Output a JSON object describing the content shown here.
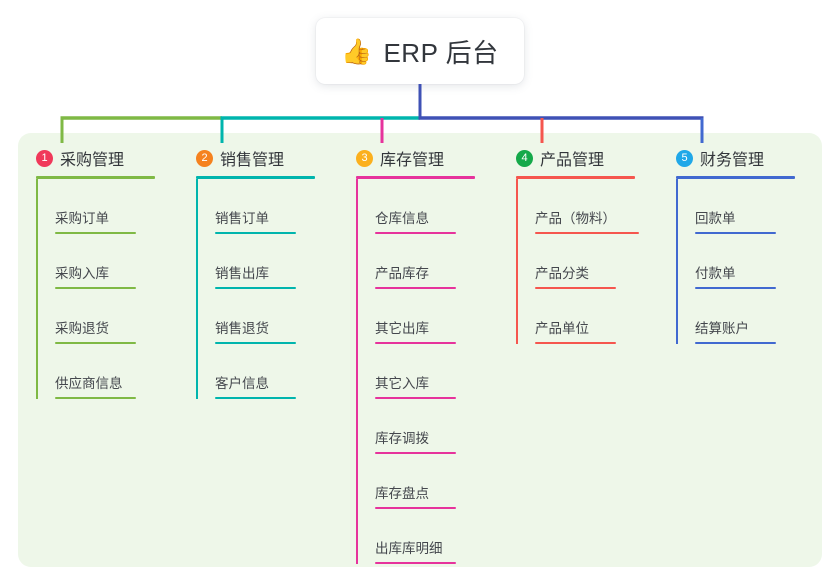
{
  "root": {
    "title": "ERP 后台",
    "icon": "thumbs-up-icon",
    "emoji": "👍"
  },
  "theme": {
    "panel_background": "#eef7e9",
    "page_background": "#ffffff",
    "title_color": "#33363b",
    "leaf_text_color": "#44474d",
    "root_stem_color": "#3f51b5"
  },
  "columns": [
    {
      "index": "1",
      "title": "采购管理",
      "badge_color": "#f0395a",
      "line_color": "#7fb945",
      "items": [
        {
          "label": "采购订单"
        },
        {
          "label": "采购入库"
        },
        {
          "label": "采购退货"
        },
        {
          "label": "供应商信息"
        }
      ]
    },
    {
      "index": "2",
      "title": "销售管理",
      "badge_color": "#f5821f",
      "line_color": "#00b5ad",
      "items": [
        {
          "label": "销售订单"
        },
        {
          "label": "销售出库"
        },
        {
          "label": "销售退货"
        },
        {
          "label": "客户信息"
        }
      ]
    },
    {
      "index": "3",
      "title": "库存管理",
      "badge_color": "#fbb01d",
      "line_color": "#e6339c",
      "items": [
        {
          "label": "仓库信息"
        },
        {
          "label": "产品库存"
        },
        {
          "label": "其它出库"
        },
        {
          "label": "其它入库"
        },
        {
          "label": "库存调拨"
        },
        {
          "label": "库存盘点"
        },
        {
          "label": "出库库明细"
        }
      ]
    },
    {
      "index": "4",
      "title": "产品管理",
      "badge_color": "#15a94a",
      "line_color": "#f5564e",
      "items": [
        {
          "label": "产品（物料）"
        },
        {
          "label": "产品分类"
        },
        {
          "label": "产品单位"
        }
      ]
    },
    {
      "index": "5",
      "title": "财务管理",
      "badge_color": "#20a8e8",
      "line_color": "#4169d0",
      "items": [
        {
          "label": "回款单"
        },
        {
          "label": "付款单"
        },
        {
          "label": "结算账户"
        }
      ]
    }
  ]
}
